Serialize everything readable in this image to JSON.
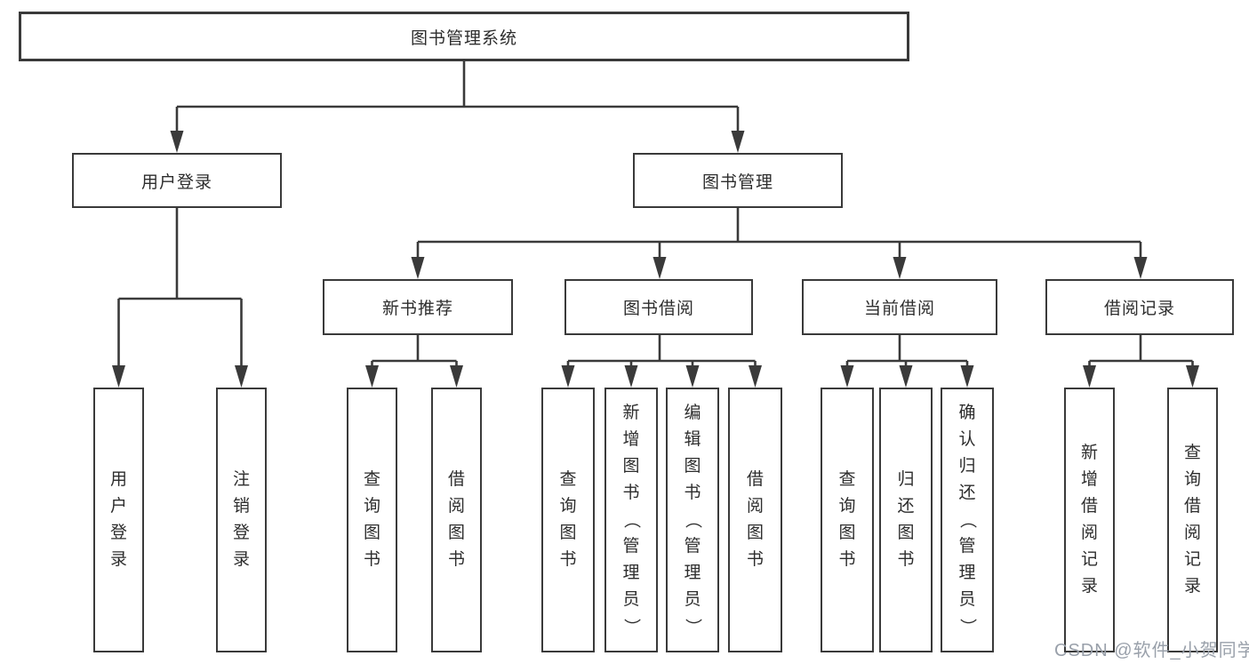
{
  "colors": {
    "line": "#3a3a3a",
    "box_border": "#3a3a3a",
    "box_background": "#ffffff",
    "text": "#2d2d2d",
    "watermark": "#99a0aa"
  },
  "tree": {
    "label": "图书管理系统",
    "children": [
      {
        "label": "用户登录",
        "children": [
          {
            "label": "用户登录"
          },
          {
            "label": "注销登录"
          }
        ]
      },
      {
        "label": "图书管理",
        "children": [
          {
            "label": "新书推荐",
            "children": [
              {
                "label": "查询图书"
              },
              {
                "label": "借阅图书"
              }
            ]
          },
          {
            "label": "图书借阅",
            "children": [
              {
                "label": "查询图书"
              },
              {
                "label": "新增图书（管理员）"
              },
              {
                "label": "编辑图书（管理员）"
              },
              {
                "label": "借阅图书"
              }
            ]
          },
          {
            "label": "当前借阅",
            "children": [
              {
                "label": "查询图书"
              },
              {
                "label": "归还图书"
              },
              {
                "label": "确认归还（管理员）"
              }
            ]
          },
          {
            "label": "借阅记录",
            "children": [
              {
                "label": "新增借阅记录"
              },
              {
                "label": "查询借阅记录"
              }
            ]
          }
        ]
      }
    ]
  },
  "watermark": {
    "text": "CSDN @软件_小贺同学"
  }
}
